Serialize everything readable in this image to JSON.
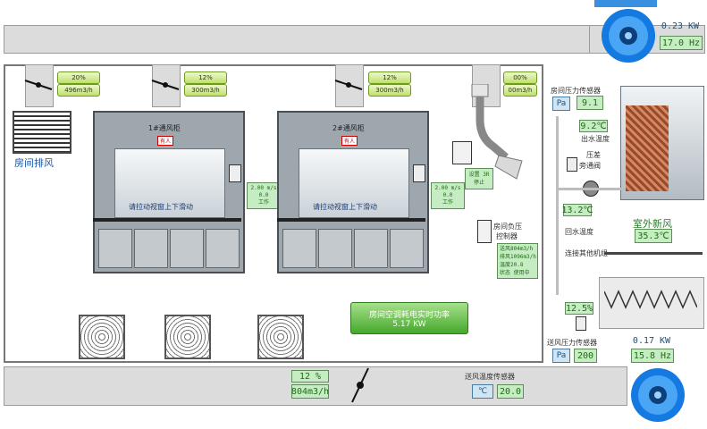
{
  "exhaust_fan": {
    "power": "0.23 KW",
    "freq": "17.0 Hz"
  },
  "supply_fan": {
    "power": "0.17 KW",
    "freq": "15.8 Hz"
  },
  "room_exhaust": {
    "label": "房间排风"
  },
  "dampers": [
    {
      "pct": "20%",
      "flow": "496m3/h"
    },
    {
      "pct": "12%",
      "flow": "300m3/h"
    },
    {
      "pct": "12%",
      "flow": "300m3/h"
    },
    {
      "pct": "00%",
      "flow": "00m3/h"
    }
  ],
  "hood1": {
    "title": "1#通风柜",
    "tag": "有人",
    "hint": "请拉动视窗上下滑动",
    "readout": [
      "2.00 m/s",
      "0.0",
      "工作"
    ]
  },
  "hood2": {
    "title": "2#通风柜",
    "tag": "有人",
    "hint": "请拉动视窗上下滑动",
    "readout": [
      "2.00 m/s",
      "0.0",
      "工作"
    ]
  },
  "arm": {
    "line1": "设置 3R",
    "line2": "停止"
  },
  "room_pressure_sensor": {
    "label": "房间压力传感器",
    "unit": "Pa",
    "value": "9.1"
  },
  "room_neg_controller": {
    "title_line1": "房间负压",
    "title_line2": "控制器",
    "rows": [
      "送风804m3/h",
      "排风1096m3/h",
      "温度20.8",
      "状态 使用中"
    ]
  },
  "power_panel": {
    "title": "房间空调耗电实时功率",
    "value": "5.17 KW"
  },
  "chiller": {
    "outlet_temp": "9.2℃",
    "outlet_label": "出水温度",
    "bypass_label_line1": "压差",
    "bypass_label_line2": "旁通阀",
    "return_temp": "13.2℃",
    "return_label": "回水温度",
    "connect_label": "连接其他机组"
  },
  "fresh_air": {
    "label": "室外新风",
    "temp": "35.3℃"
  },
  "valve": {
    "pct": "12.5%"
  },
  "supply_pressure_sensor": {
    "label": "送风压力传感器",
    "unit": "Pa",
    "value": "200"
  },
  "supply_damper": {
    "pct": "12 %",
    "flow": "804m3/h"
  },
  "supply_temp_sensor": {
    "label": "送风温度传感器",
    "unit": "℃",
    "value": "20.0"
  }
}
